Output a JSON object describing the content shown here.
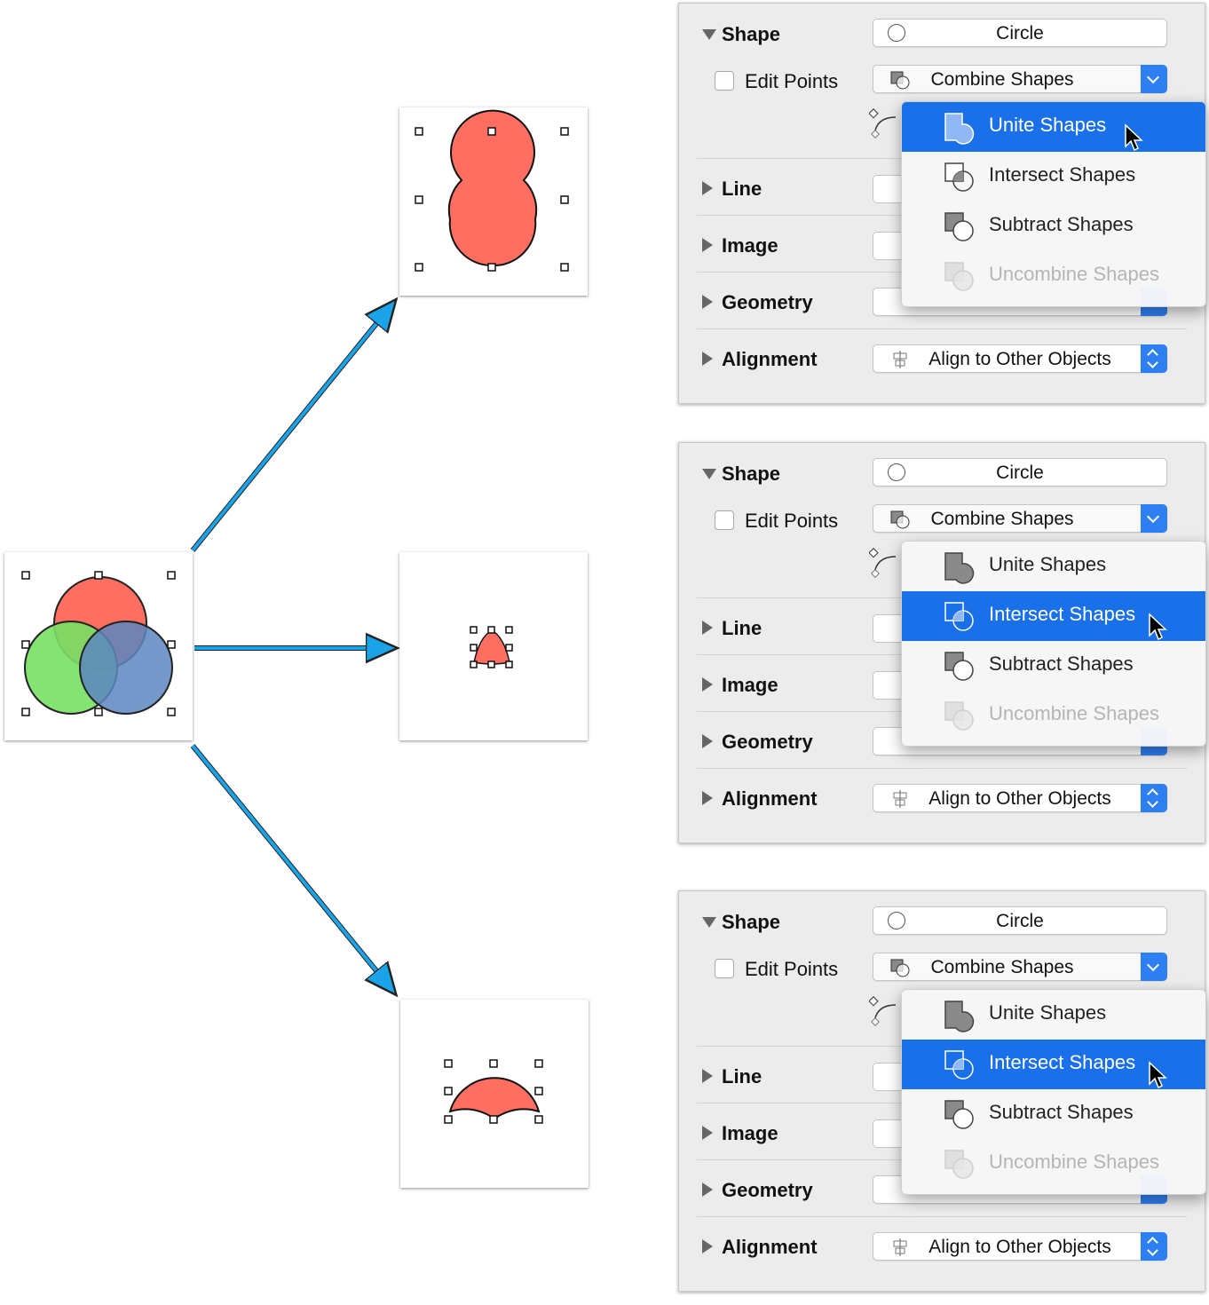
{
  "panels": [
    {
      "shape": {
        "label": "Shape",
        "value": "Circle"
      },
      "edit_points": {
        "label": "Edit Points",
        "checked": false
      },
      "combine": {
        "value": "Combine Shapes"
      },
      "sections": {
        "line": "Line",
        "image": "Image",
        "geometry": "Geometry",
        "alignment": "Alignment"
      },
      "alignment_value": "Align to Other Objects",
      "menu": [
        {
          "label": "Unite Shapes",
          "icon": "unite-shapes-icon",
          "state": "selected"
        },
        {
          "label": "Intersect Shapes",
          "icon": "intersect-shapes-icon",
          "state": "normal"
        },
        {
          "label": "Subtract Shapes",
          "icon": "subtract-shapes-icon",
          "state": "normal"
        },
        {
          "label": "Uncombine Shapes",
          "icon": "uncombine-shapes-icon",
          "state": "disabled"
        }
      ]
    },
    {
      "shape": {
        "label": "Shape",
        "value": "Circle"
      },
      "edit_points": {
        "label": "Edit Points",
        "checked": false
      },
      "combine": {
        "value": "Combine Shapes"
      },
      "sections": {
        "line": "Line",
        "image": "Image",
        "geometry": "Geometry",
        "alignment": "Alignment"
      },
      "alignment_value": "Align to Other Objects",
      "menu": [
        {
          "label": "Unite Shapes",
          "icon": "unite-shapes-icon",
          "state": "normal"
        },
        {
          "label": "Intersect Shapes",
          "icon": "intersect-shapes-icon",
          "state": "selected"
        },
        {
          "label": "Subtract Shapes",
          "icon": "subtract-shapes-icon",
          "state": "normal"
        },
        {
          "label": "Uncombine Shapes",
          "icon": "uncombine-shapes-icon",
          "state": "disabled"
        }
      ]
    },
    {
      "shape": {
        "label": "Shape",
        "value": "Circle"
      },
      "edit_points": {
        "label": "Edit Points",
        "checked": false
      },
      "combine": {
        "value": "Combine Shapes"
      },
      "sections": {
        "line": "Line",
        "image": "Image",
        "geometry": "Geometry",
        "alignment": "Alignment"
      },
      "alignment_value": "Align to Other Objects",
      "menu": [
        {
          "label": "Unite Shapes",
          "icon": "unite-shapes-icon",
          "state": "normal"
        },
        {
          "label": "Intersect Shapes",
          "icon": "intersect-shapes-icon",
          "state": "selected"
        },
        {
          "label": "Subtract Shapes",
          "icon": "subtract-shapes-icon",
          "state": "normal"
        },
        {
          "label": "Uncombine Shapes",
          "icon": "uncombine-shapes-icon",
          "state": "disabled"
        }
      ]
    }
  ],
  "colors": {
    "red_shape": "#ff6f61",
    "green_shape": "#78e065",
    "blue_shape": "#6a93c8",
    "arrow": "#1aa3e8",
    "selection_blue": "#1a70e8"
  }
}
